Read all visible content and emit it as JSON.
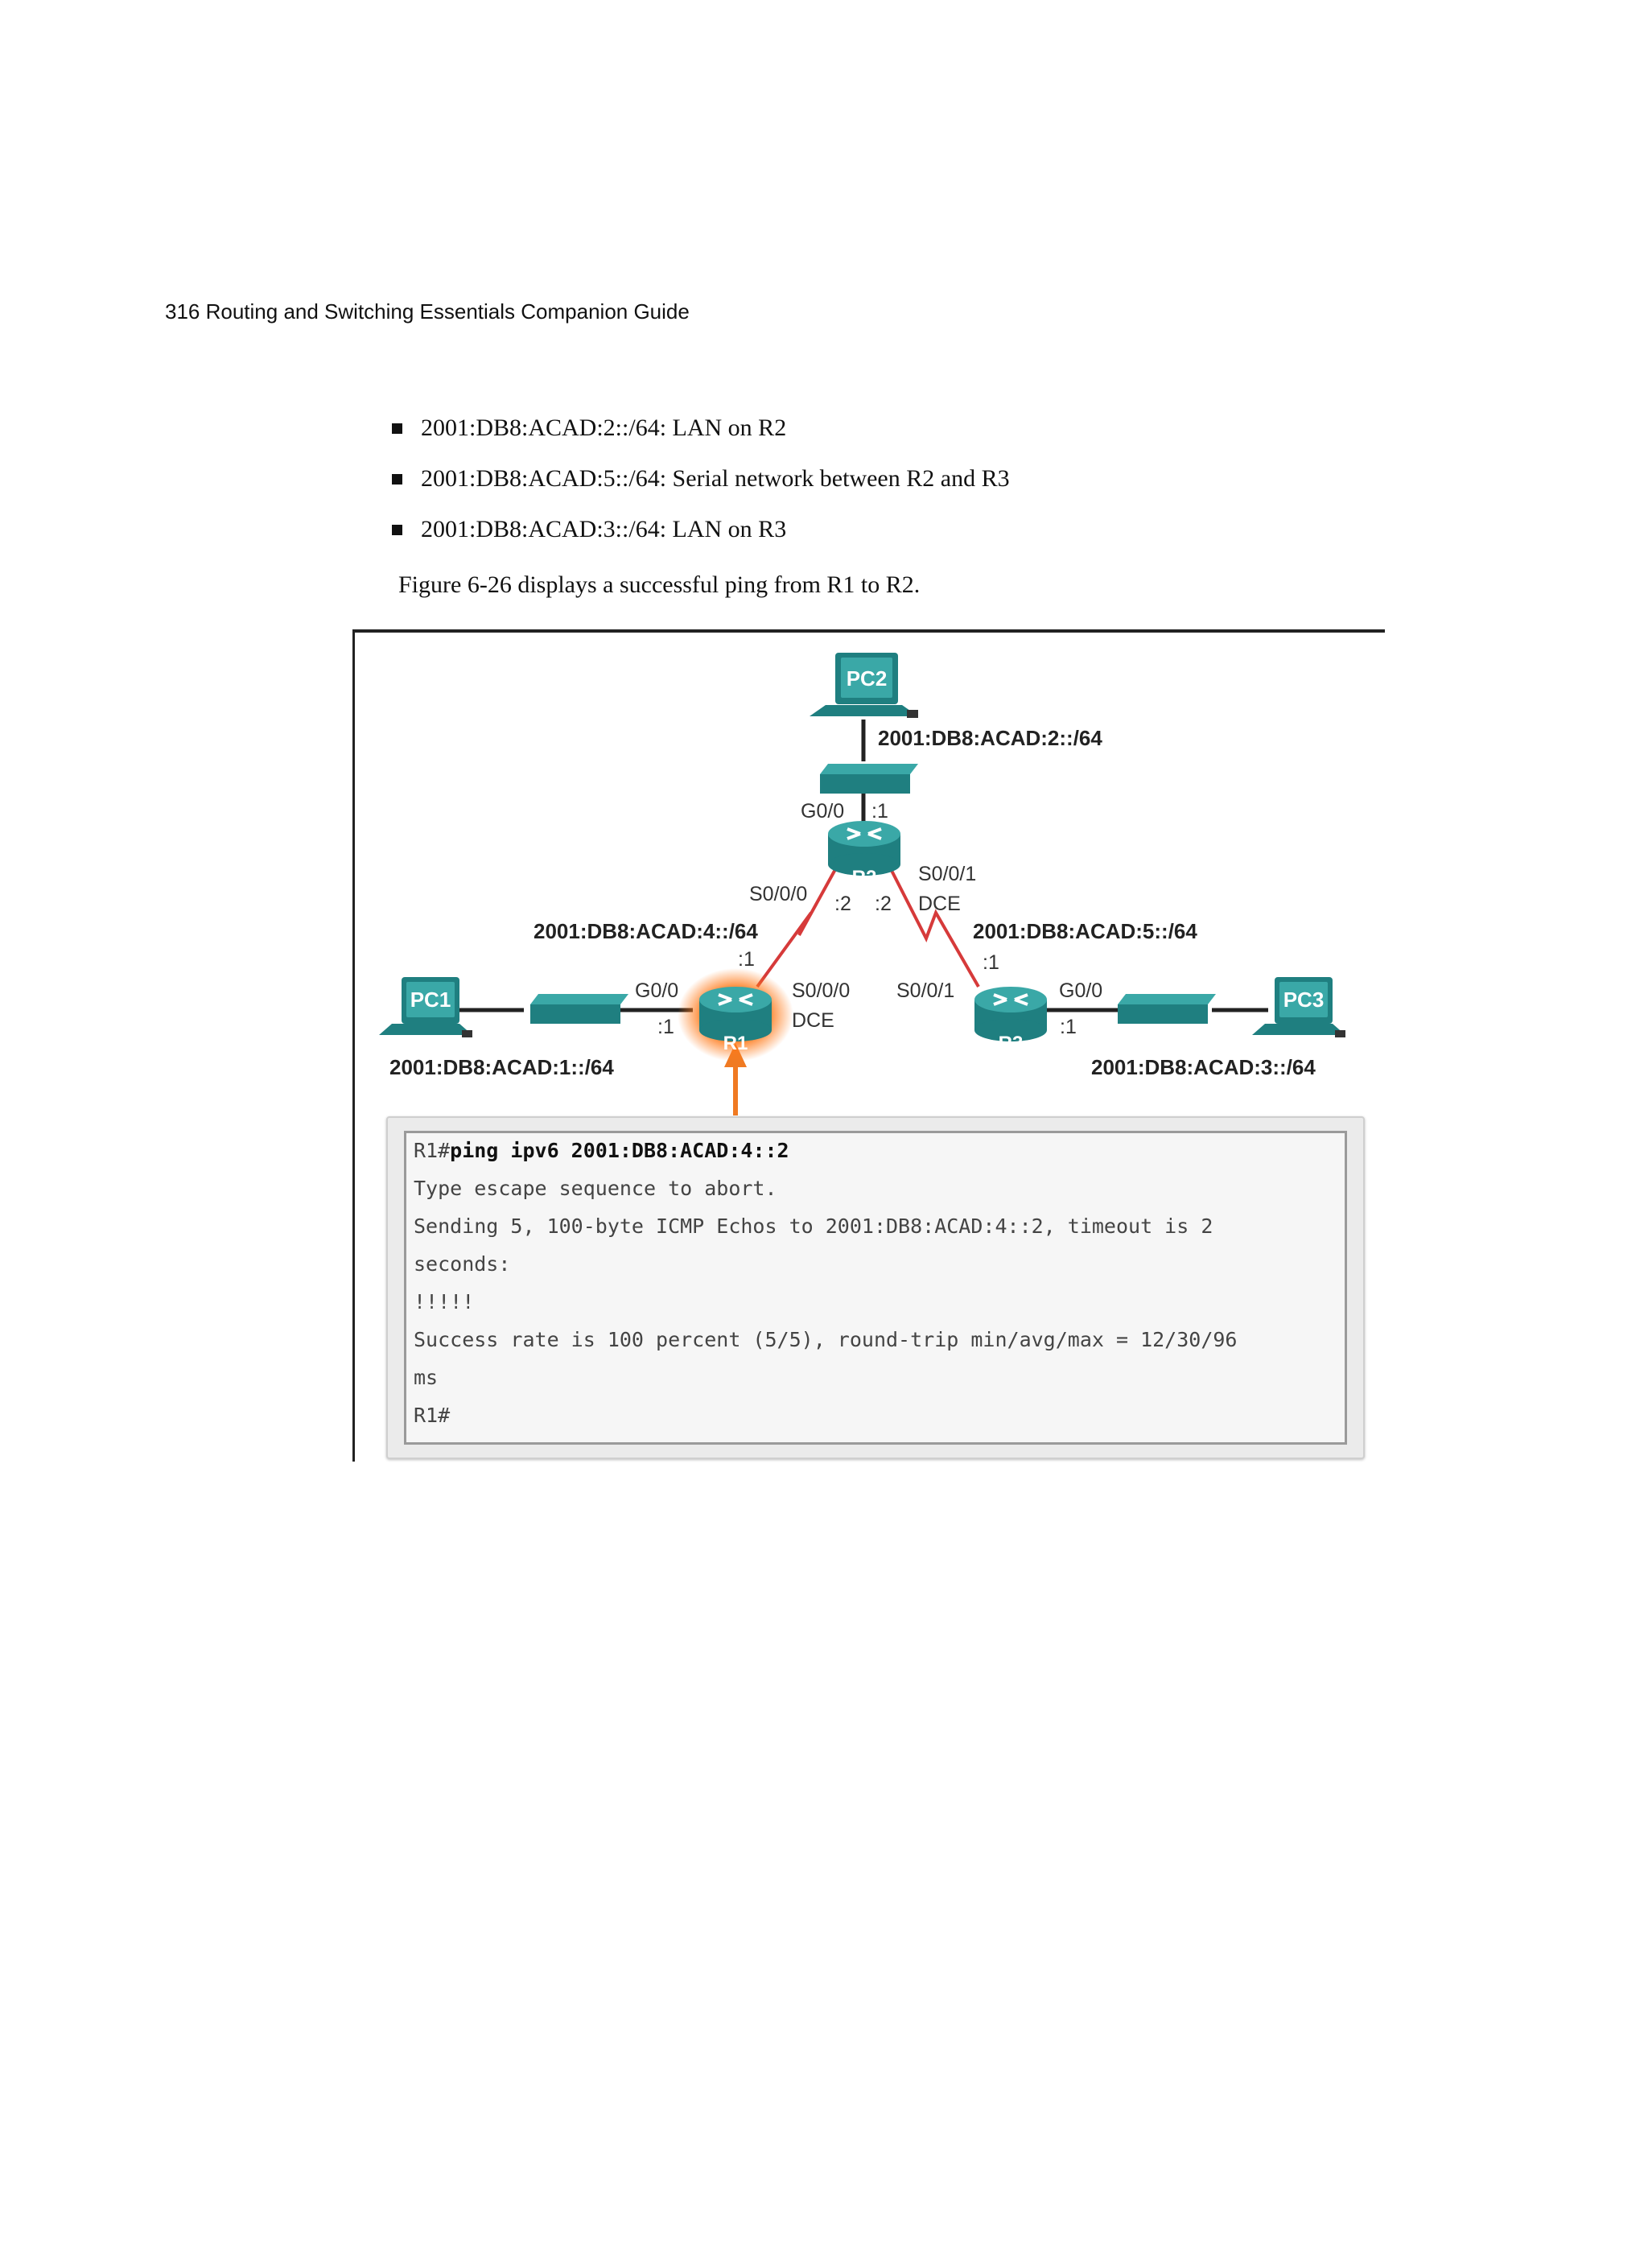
{
  "header": {
    "text": "316 Routing and Switching Essentials Companion Guide"
  },
  "bullets": [
    "2001:DB8:ACAD:2::/64: LAN on R2",
    "2001:DB8:ACAD:5::/64: Serial network between R2 and R3",
    "2001:DB8:ACAD:3::/64: LAN on R3"
  ],
  "caption": "Figure 6-26 displays a successful ping from R1 to R2.",
  "topology": {
    "devices": {
      "pc1": "PC1",
      "pc2": "PC2",
      "pc3": "PC3",
      "r1": "R1",
      "r2": "R2",
      "r3": "R3"
    },
    "networks": {
      "lan_r2": "2001:DB8:ACAD:2::/64",
      "serial_r1_r2": "2001:DB8:ACAD:4::/64",
      "serial_r2_r3": "2001:DB8:ACAD:5::/64",
      "lan_r1": "2001:DB8:ACAD:1::/64",
      "lan_r3": "2001:DB8:ACAD:3::/64"
    },
    "interfaces": {
      "r2_g00": "G0/0",
      "r2_g00_host": ":1",
      "r2_s000": "S0/0/0",
      "r2_s000_host": ":2",
      "r2_s001": "S0/0/1",
      "r2_s001_host": ":2",
      "r2_dce": "DCE",
      "r1_g00": "G0/0",
      "r1_g00_host": ":1",
      "r1_s000": "S0/0/0",
      "r1_s000_host": ":1",
      "r1_dce": "DCE",
      "r3_s001": "S0/0/1",
      "r3_s001_host": ":1",
      "r3_g00": "G0/0",
      "r3_g00_host": ":1"
    },
    "colors": {
      "device": "#1f7f80",
      "device_top": "#3aa8a7",
      "serial_link": "#d63a3a",
      "highlight": "#ff7a1a",
      "arrow": "#f07a22"
    }
  },
  "terminal": {
    "prompt1": "R1#",
    "command": "ping ipv6 2001:DB8:ACAD:4::2",
    "lines": [
      "Type escape sequence to abort.",
      "Sending 5, 100-byte ICMP Echos to 2001:DB8:ACAD:4::2, timeout is 2",
      "seconds:",
      "!!!!!",
      "Success rate is 100 percent (5/5), round-trip min/avg/max = 12/30/96",
      "ms"
    ],
    "prompt_end": "R1#"
  }
}
